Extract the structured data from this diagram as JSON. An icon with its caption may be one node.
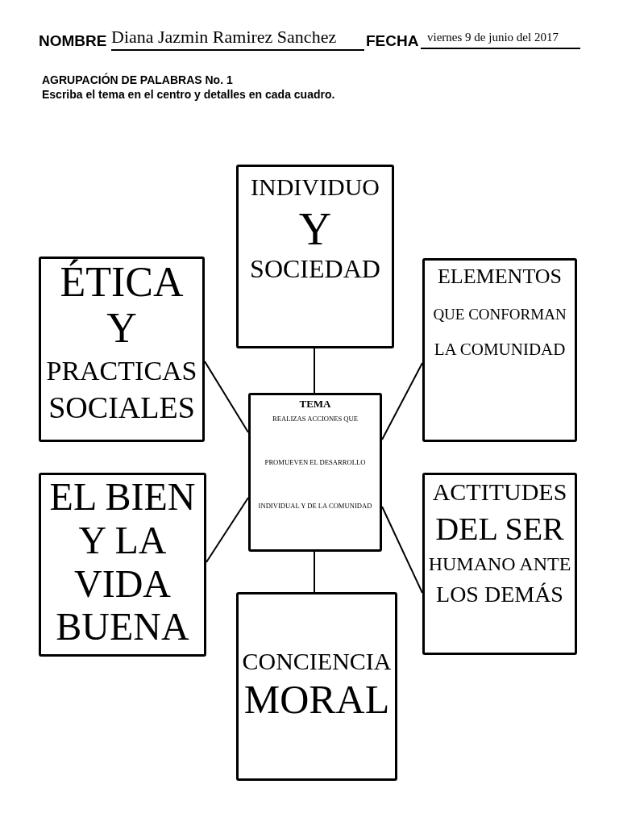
{
  "diagram": {
    "title": "AGRUPACIÓN DE PALABRAS No. 1",
    "nodes": [
      {
        "text": [
          "INDIVIDUO",
          "Y",
          "SOCIEDAD"
        ]
      },
      {
        "text": [
          "ÉTICA",
          "Y",
          "PRACTICAS",
          "SOCIALES"
        ]
      },
      {
        "text": [
          "ELEMENTOS",
          "QUE CONFORMAN",
          "LA COMUNIDAD"
        ]
      },
      {
        "text": [
          "TEMA",
          "REALIZAS ACCIONES QUE PROMUEVEN EL DESARROLLO INDIVIDUAL Y DE LA COMUNIDAD"
        ]
      },
      {
        "text": [
          "EL BIEN Y LA VIDA BUENA"
        ]
      },
      {
        "text": [
          "ACTITUDES",
          "DEL SER",
          "HUMANO ANTE",
          "LOS DEMÁS"
        ]
      },
      {
        "text": [
          "CONCIENCIA",
          "MORAL"
        ]
      }
    ],
    "edges": [
      {
        "from": 3,
        "to": 0,
        "arrow": "none"
      },
      {
        "from": 3,
        "to": 1,
        "arrow": "none"
      },
      {
        "from": 3,
        "to": 2,
        "arrow": "none"
      },
      {
        "from": 3,
        "to": 4,
        "arrow": "none"
      },
      {
        "from": 3,
        "to": 5,
        "arrow": "none"
      },
      {
        "from": 3,
        "to": 6,
        "arrow": "none"
      }
    ],
    "labels": [
      "NOMBRE",
      "Diana Jazmin Ramirez Sanchez",
      "FECHA",
      "viernes 9 de junio del 2017",
      "Escriba el tema en el centro y detalles en cada cuadro."
    ]
  }
}
